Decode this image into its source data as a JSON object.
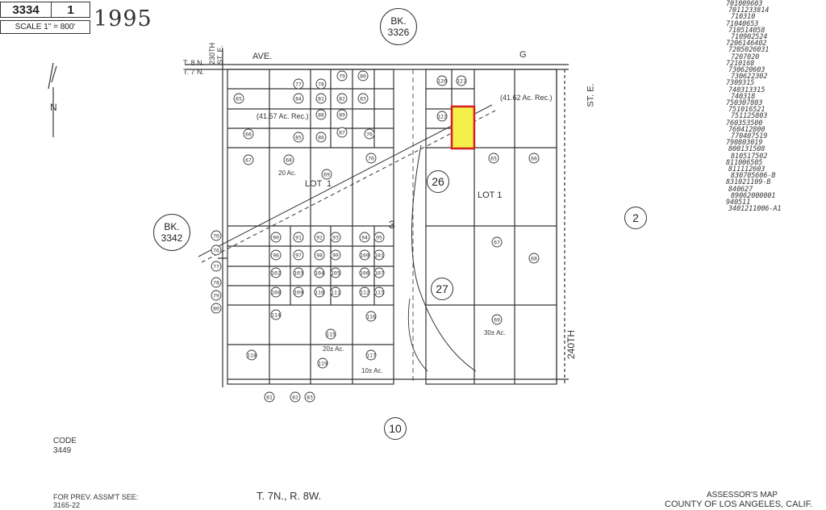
{
  "header": {
    "book": "3334",
    "page": "1",
    "scale": "SCALE 1\" = 800'",
    "year": "1995"
  },
  "adjacent_books": [
    {
      "bk": "BK.",
      "num": "3326"
    },
    {
      "bk": "BK.",
      "num": "3342"
    }
  ],
  "sections": [
    "26",
    "27",
    "2",
    "10",
    "3"
  ],
  "streets": {
    "ave": "AVE.",
    "g": "G",
    "st_230_a": "230TH",
    "st_230_b": "ST. E.",
    "st_e": "ST. E.",
    "st_240": "240TH"
  },
  "township": {
    "t8n": "T. 8 N.",
    "t7n": "T. 7 N."
  },
  "footer": {
    "code_label": "CODE",
    "code_value": "3449",
    "prev_label": "FOR PREV. ASSM'T SEE:",
    "prev_value": "3165-22",
    "range": "T. 7N., R. 8W.",
    "map_title": "ASSESSOR'S MAP",
    "county": "COUNTY OF LOS ANGELES, CALIF."
  },
  "lot_labels": {
    "lot_left": "LOT",
    "lot_left_num": "1",
    "lot_right": "LOT 1",
    "north": "N"
  },
  "area_labels": {
    "rec_left": "(41.57 Ac. Rec.)",
    "rec_right": "(41.62 Ac. Rec.)",
    "ac_20_a": "20 Ac.",
    "ac_20_b": "20± Ac.",
    "ac_10_a": "10± Ac.",
    "ac_30": "30± Ac."
  },
  "parcels": [
    "65",
    "66",
    "67",
    "68",
    "69",
    "70",
    "76",
    "77",
    "78",
    "79",
    "80",
    "81",
    "82",
    "83",
    "84",
    "85",
    "86",
    "87",
    "88",
    "89",
    "90",
    "91",
    "92",
    "93",
    "94",
    "95",
    "96",
    "97",
    "98",
    "99",
    "100",
    "101",
    "102",
    "103",
    "104",
    "105",
    "106",
    "107",
    "108",
    "109",
    "110",
    "111",
    "112",
    "113",
    "114",
    "115",
    "116",
    "117",
    "118",
    "119",
    "120",
    "121",
    "122"
  ],
  "highlight_color": "#f4f04a",
  "highlight_border": "#d22020",
  "handwritten_refs": [
    "701009603",
    "7011233814",
    "710310",
    "71040653",
    "710514058",
    "710902524",
    "7206146402",
    "7205026031",
    "7207020",
    "7210168",
    "730620603",
    "730622302",
    "7309315",
    "740313315",
    "740318",
    "750307803",
    "751016521",
    "751125803",
    "760353500",
    "760412800",
    "770407519",
    "790803019",
    "800131508",
    "810517502",
    "811006505",
    "811112603",
    "830705606-B",
    "831021109-B",
    "840627",
    "89062000001",
    "940511",
    "3401211006-A1"
  ]
}
